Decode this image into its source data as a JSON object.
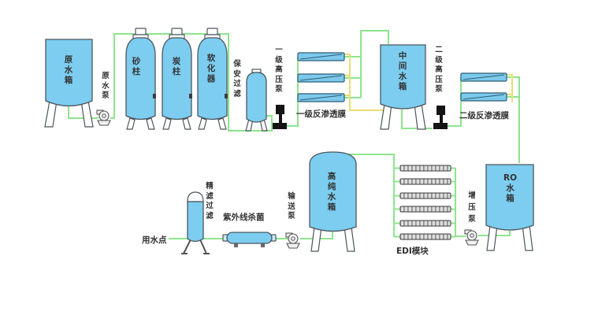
{
  "colors": {
    "background": "#ffffff",
    "pipe_green": "#8de58d",
    "pipe_yellow": "#e9df72",
    "vessel_fill": "#7ccdf0",
    "vessel_stroke": "#4d565c",
    "membrane_fill": "#7cc9ec",
    "pump_black": "#141414",
    "label_color": "#333333"
  },
  "diagram": {
    "labels": {
      "raw_water_tank": "原\n水\n箱",
      "raw_water_pump": "原\n水\n泵",
      "sand_column": "砂\n柱",
      "carbon_column": "炭\n柱",
      "softener": "软\n化\n器",
      "security_filter": "保\n安\n过\n滤",
      "stage1_hp_pump": "一\n级\n高\n压\n泵",
      "stage1_ro_membrane": "一级反渗透膜",
      "intermediate_tank": "中\n间\n水\n箱",
      "stage2_hp_pump": "二\n级\n高\n压\n泵",
      "stage2_ro_membrane": "二级反渗透膜",
      "ro_tank": "RO\n水\n箱",
      "booster_pump": "增\n压\n泵",
      "edi_module": "EDI模块",
      "high_purity_tank": "高\n纯\n水\n箱",
      "transfer_pump": "输\n送\n泵",
      "uv_sterilizer": "紫外线杀菌",
      "fine_filter": "精\n滤\n过\n滤",
      "water_use_point": "用水点"
    }
  }
}
